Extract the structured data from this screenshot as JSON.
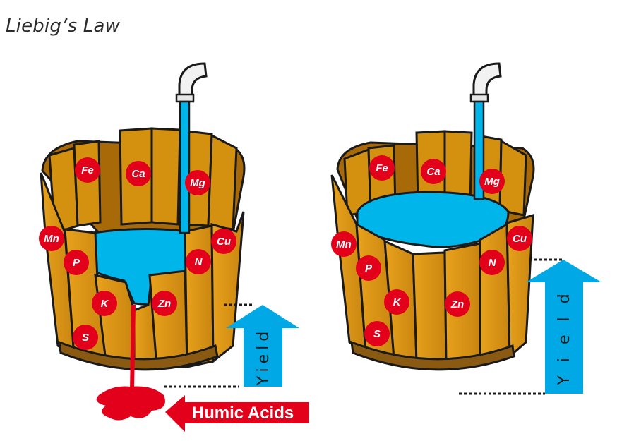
{
  "title": "Liebig’s Law",
  "left_barrel": {
    "nutrients": [
      "Fe",
      "Ca",
      "Mg",
      "Mn",
      "P",
      "Cu",
      "N",
      "K",
      "Zn",
      "S"
    ],
    "yield_label": "Yield",
    "humic_label": "Humic Acids"
  },
  "right_barrel": {
    "nutrients": [
      "Fe",
      "Ca",
      "Mg",
      "Mn",
      "Cu",
      "P",
      "N",
      "K",
      "Zn",
      "S"
    ],
    "yield_label": "Y i e l d"
  },
  "colors": {
    "wood": "#D4900F",
    "wood_dark": "#A86A08",
    "water": "#00B5EA",
    "nutrient_circle": "#E3001B",
    "arrow_blue": "#00A8E6",
    "arrow_red": "#E3001B",
    "outline": "#1a1a1a"
  }
}
